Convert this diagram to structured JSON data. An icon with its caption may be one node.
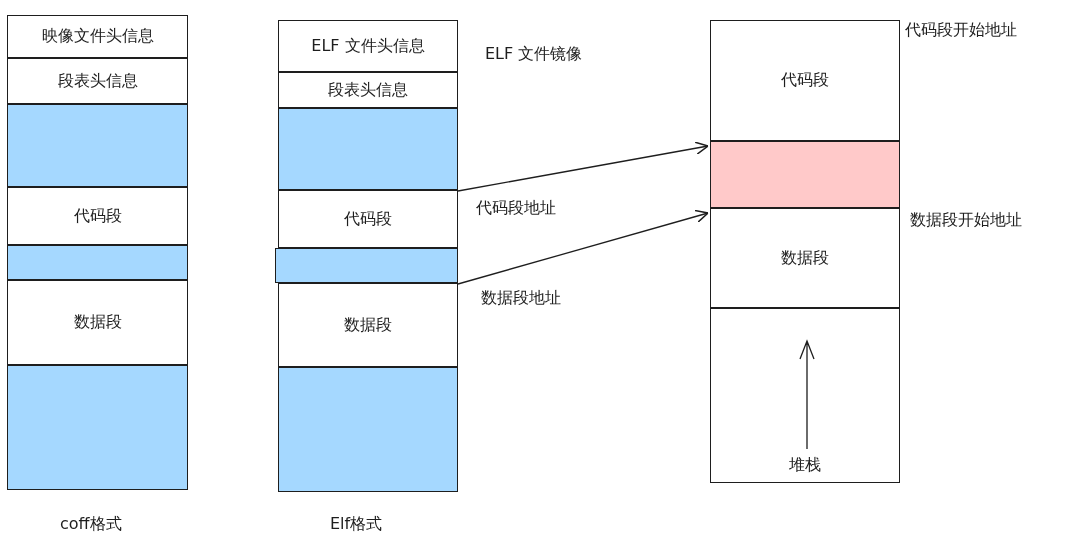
{
  "diagram": {
    "nodes": [
      {
        "text": [
          "映像文件头信息"
        ]
      },
      {
        "text": [
          "段表头信息"
        ]
      },
      {
        "text": [],
        "shape": "box"
      },
      {
        "text": [
          "代码段"
        ]
      },
      {
        "text": [],
        "shape": "box"
      },
      {
        "text": [
          "数据段"
        ]
      },
      {
        "text": [],
        "shape": "box"
      },
      {
        "text": [
          "ELF 文件头信息"
        ]
      },
      {
        "text": [
          "段表头信息"
        ]
      },
      {
        "text": [],
        "shape": "box"
      },
      {
        "text": [
          "代码段"
        ]
      },
      {
        "text": [],
        "shape": "box"
      },
      {
        "text": [
          "数据段"
        ]
      },
      {
        "text": [],
        "shape": "box"
      },
      {
        "text": [
          "代码段"
        ]
      },
      {
        "text": [],
        "shape": "box"
      },
      {
        "text": [
          "数据段"
        ]
      },
      {
        "text": [
          "堆栈"
        ]
      }
    ],
    "edges": [
      {
        "from": 10,
        "to": 15,
        "arrow": "to",
        "label": "代码段地址"
      },
      {
        "from": 12,
        "to": 16,
        "arrow": "to",
        "label": "数据段地址"
      }
    ],
    "labels": [
      "ELF 文件镜像",
      "代码段开始地址",
      "数据段开始地址",
      "coff格式",
      "Elf格式"
    ]
  }
}
